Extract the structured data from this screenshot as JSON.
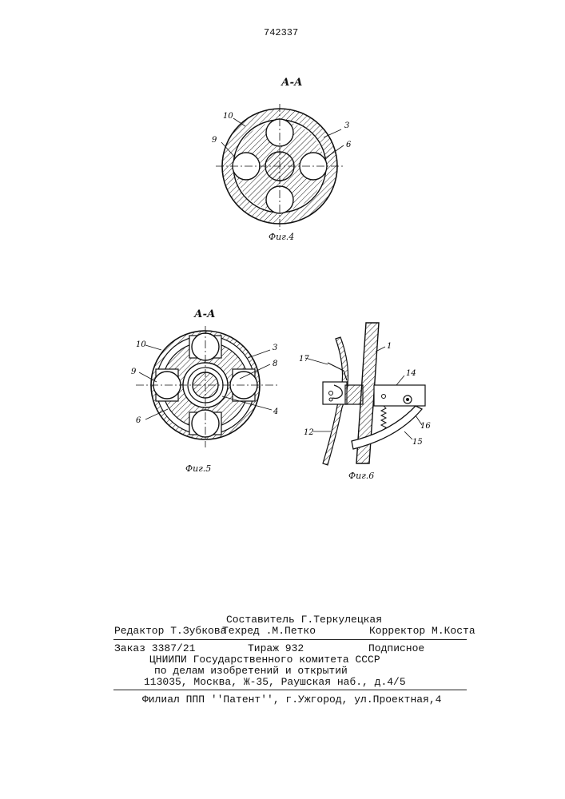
{
  "patent_number": "742337",
  "figures": {
    "fig4": {
      "section": "А-А",
      "caption": "Фиг.4",
      "labels": [
        "10",
        "9",
        "3",
        "6"
      ]
    },
    "fig5": {
      "section": "А-А",
      "caption": "Фиг.5",
      "labels": [
        "10",
        "9",
        "6",
        "3",
        "8",
        "4"
      ]
    },
    "fig6": {
      "caption": "Фиг.6",
      "labels": [
        "17",
        "1",
        "14",
        "12",
        "16",
        "15"
      ]
    }
  },
  "imprint": {
    "compiler": "Составитель Г.Теркулецкая",
    "editor": "Редактор Т.Зубкова",
    "techred": "Техред .М.Петко",
    "corrector": "Корректор М.Коста",
    "order": "Заказ 3387/21",
    "circulation": "Тираж 932",
    "subscription": "Подписное",
    "org_line1": "ЦНИИПИ Государственного комитета СССР",
    "org_line2": "по делам изобретений и открытий",
    "org_address": "113035, Москва, Ж-35, Раушская наб., д.4/5",
    "branch": "Филиал ППП ''Патент'', г.Ужгород, ул.Проектная,4"
  }
}
